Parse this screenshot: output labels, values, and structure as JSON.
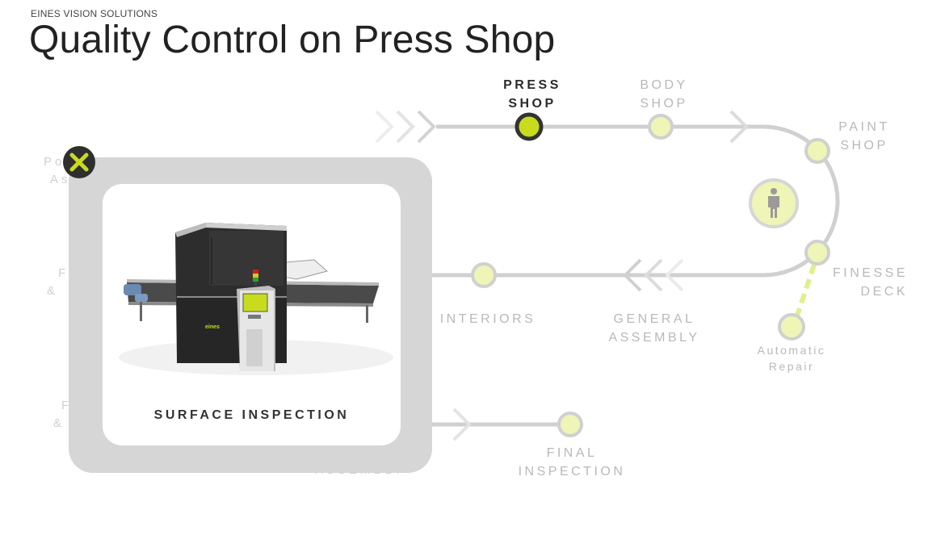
{
  "header": {
    "brand": "EINES VISION SOLUTIONS",
    "title": "Quality Control on Press Shop"
  },
  "stages": {
    "press_shop": [
      "PRESS",
      "SHOP"
    ],
    "body_shop": [
      "BODY",
      "SHOP"
    ],
    "paint_shop": [
      "PAINT",
      "SHOP"
    ],
    "finesse_deck": [
      "FINESSE",
      "DECK"
    ],
    "automatic_repair": [
      "Automatic",
      "Repair"
    ],
    "general_assembly": [
      "GENERAL",
      "ASSEMBLY"
    ],
    "interiors": "INTERIORS",
    "final_inspection": [
      "FINAL",
      "INSPECTION"
    ]
  },
  "obscured_labels": {
    "left_top": [
      "Po",
      "As"
    ],
    "left_middle": [
      "F",
      "&"
    ],
    "left_bottom": [
      "F",
      "&"
    ],
    "bottom_partial": "ASSEMBLY"
  },
  "popup": {
    "caption": "SURFACE INSPECTION",
    "machine_brand": "eines"
  },
  "colors": {
    "accent": "#e0f08c",
    "active_dot": "#c8dc1e",
    "track": "#d0d0d0",
    "dark": "#2f2f2f"
  },
  "icons": {
    "close": "close-icon",
    "person": "person-icon"
  }
}
